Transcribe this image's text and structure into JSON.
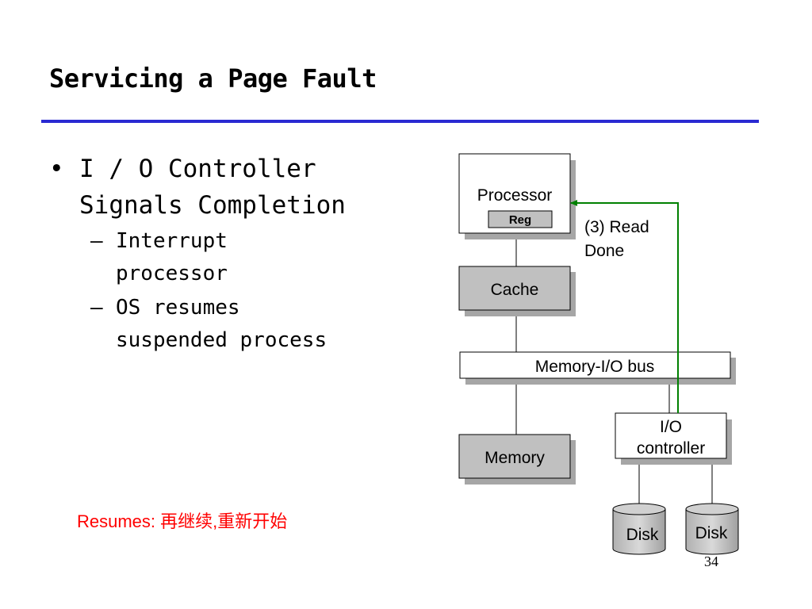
{
  "title": "Servicing a Page Fault",
  "bullets": {
    "main": "I / O Controller Signals Completion",
    "subs": [
      "Interrupt processor",
      "OS resumes suspended process"
    ],
    "bullet_char": "•",
    "dash_char": "–"
  },
  "note": "Resumes: 再继续,重新开始",
  "diagram": {
    "processor_label": "Processor",
    "reg_label": "Reg",
    "arrow_label_line1": "(3) Read",
    "arrow_label_line2": "Done",
    "cache_label": "Cache",
    "bus_label": "Memory-I/O bus",
    "memory_label": "Memory",
    "io_line1": "I/O",
    "io_line2": "controller",
    "disk1_label": "Disk",
    "disk2_label": "Disk"
  },
  "colors": {
    "accent_rule": "#2a2ad2",
    "note": "#ff0000",
    "arrow": "#008000",
    "box_fill": "#c0c0c0",
    "shadow": "#a6a6a6"
  },
  "page_number": "34"
}
